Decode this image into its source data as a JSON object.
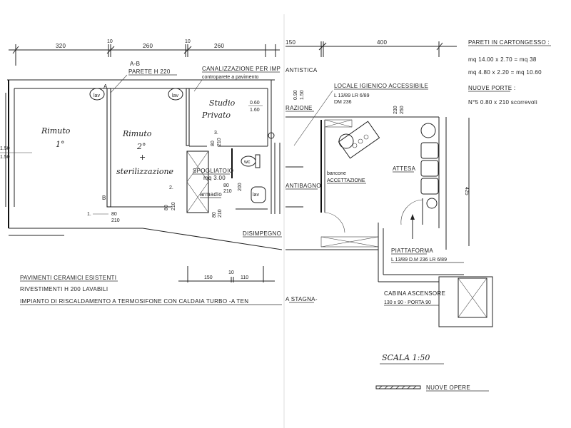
{
  "dimensions_top_left": [
    "320",
    "10",
    "260",
    "10",
    "260"
  ],
  "dimensions_top_right": [
    "150",
    "400"
  ],
  "dimension_right_vertical": "425",
  "dimension_left_vertical": [
    "1.50",
    "1.50"
  ],
  "dimensions_bottom": [
    "150",
    "10",
    "110"
  ],
  "labels": {
    "section_ab": "A-B",
    "wall_height": "PARETE  H 220",
    "channel_1": "CANALIZZAZIONE  PER  IMP",
    "channel_2": "controparete  a  pavimento",
    "antistica": "ANTISTICA",
    "razione": "RAZIONE",
    "point_a": "A",
    "point_b": "B",
    "lav_1": "lav",
    "lav_2": "lav",
    "lav_3": "lav",
    "wc": "wc",
    "window_studio": [
      "0.60",
      "1.60"
    ],
    "window_right": [
      "0.90",
      "1.50"
    ],
    "height_right": [
      "230",
      "250"
    ],
    "height_200": "200",
    "door_1": "1.",
    "door_2": "2.",
    "door_3": "3.",
    "door_size": [
      "80",
      "210"
    ]
  },
  "rooms": {
    "room1": [
      "Rimuto",
      "1°"
    ],
    "room2": [
      "Rimuto",
      "2°",
      "+",
      "sterilizzazione"
    ],
    "studio": [
      "Studio",
      "Privato"
    ],
    "spogliatoio": "SPOGLIATOIO",
    "spogliatoio_area": "mq 3.00",
    "armadio": "armadio",
    "antibagno": "ANTIBAGNO",
    "disimpegno": "DISIMPEGNO",
    "bancone": "bancone",
    "accettazione": "ACCETTAZIONE",
    "attesa": "ATTESA",
    "locale_igienico": "LOCALE  IGIENICO  ACCESSIBILE",
    "locale_law_1": "L 13/89    LR 6/89",
    "locale_law_2": "DM  236",
    "piattaforma": "PIATTAFORMA",
    "piattaforma_law": "L 13/89  D.M 236   LR 6/89",
    "cabina": "CABINA  ASCENSORE",
    "cabina_size": "130 x 90 - PORTA 90"
  },
  "notes_right": {
    "pareti_title": "PARETI  IN  CARTONGESSO :",
    "pareti_1": "mq  14.00 x 2.70  =  mq   38",
    "pareti_2": "mq  4.80 x 2.20  =  mq  10.60",
    "porte_title": "NUOVE  PORTE  :",
    "porte_1": "N°5    0.80 x 210    scorrevoli"
  },
  "notes_bottom": {
    "line1": "PAVIMENTI  CERAMICI  ESISTENTI",
    "line2": "RIVESTIMENTI  H 200  LAVABILI",
    "line3a": "IMPIANTO   DI  RISCALDAMENTO  A  TERMOSIFONE  CON  CALDAIA  TURBO   -A TEN",
    "line3b": "A STAGNA-"
  },
  "scale": "SCALA   1:50",
  "legend_new_works": "NUOVE  OPERE"
}
